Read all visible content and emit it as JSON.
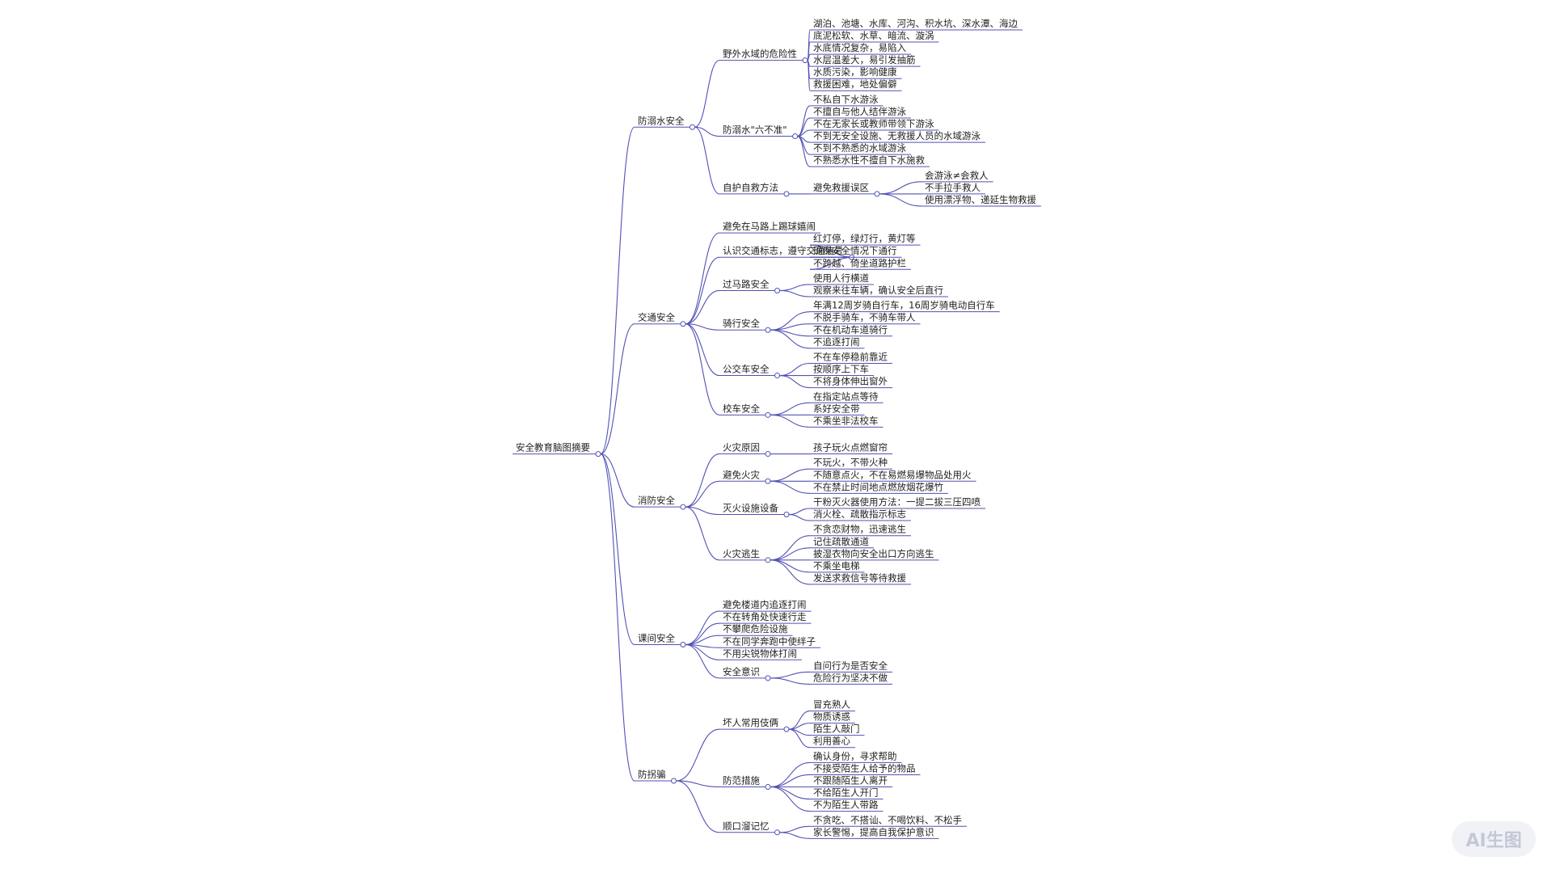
{
  "root": {
    "label": "安全教育脑图摘要",
    "children": [
      {
        "label": "防溺水安全",
        "children": [
          {
            "label": "野外水域的危险性",
            "children": [
              {
                "label": "湖泊、池塘、水库、河沟、积水坑、深水潭、海边"
              },
              {
                "label": "底泥松软、水草、暗流、漩涡"
              },
              {
                "label": "水底情况复杂，易陷入"
              },
              {
                "label": "水层温差大，易引发抽筋"
              },
              {
                "label": "水质污染，影响健康"
              },
              {
                "label": "救援困难，地处偏僻"
              }
            ]
          },
          {
            "label": "防溺水\"六不准\"",
            "children": [
              {
                "label": "不私自下水游泳"
              },
              {
                "label": "不擅自与他人结伴游泳"
              },
              {
                "label": "不在无家长或教师带领下游泳"
              },
              {
                "label": "不到无安全设施、无救援人员的水域游泳"
              },
              {
                "label": "不到不熟悉的水域游泳"
              },
              {
                "label": "不熟悉水性不擅自下水施救"
              }
            ]
          },
          {
            "label": "自护自救方法",
            "children": [
              {
                "label": "避免救援误区",
                "children": [
                  {
                    "label": "会游泳≠会救人"
                  },
                  {
                    "label": "不手拉手救人"
                  },
                  {
                    "label": "使用漂浮物、递延生物救援"
                  }
                ]
              }
            ]
          }
        ]
      },
      {
        "label": "交通安全",
        "children": [
          {
            "label": "避免在马路上踢球嬉闹"
          },
          {
            "label": "认识交通标志，遵守交通信号",
            "children": [
              {
                "label": "红灯停，绿灯行，黄灯等"
              },
              {
                "label": "确保安全情况下通行"
              },
              {
                "label": "不跨越、倚坐道路护栏"
              }
            ]
          },
          {
            "label": "过马路安全",
            "children": [
              {
                "label": "使用人行横道"
              },
              {
                "label": "观察来往车辆，确认安全后直行"
              }
            ]
          },
          {
            "label": "骑行安全",
            "children": [
              {
                "label": "年满12周岁骑自行车，16周岁骑电动自行车"
              },
              {
                "label": "不脱手骑车，不骑车带人"
              },
              {
                "label": "不在机动车道骑行"
              },
              {
                "label": "不追逐打闹"
              }
            ]
          },
          {
            "label": "公交车安全",
            "children": [
              {
                "label": "不在车停稳前靠近"
              },
              {
                "label": "按顺序上下车"
              },
              {
                "label": "不将身体伸出窗外"
              }
            ]
          },
          {
            "label": "校车安全",
            "children": [
              {
                "label": "在指定站点等待"
              },
              {
                "label": "系好安全带"
              },
              {
                "label": "不乘坐非法校车"
              }
            ]
          }
        ]
      },
      {
        "label": "消防安全",
        "children": [
          {
            "label": "火灾原因",
            "children": [
              {
                "label": "孩子玩火点燃窗帘"
              }
            ]
          },
          {
            "label": "避免火灾",
            "children": [
              {
                "label": "不玩火，不带火种"
              },
              {
                "label": "不随意点火，不在易燃易爆物品处用火"
              },
              {
                "label": "不在禁止时间地点燃放烟花爆竹"
              }
            ]
          },
          {
            "label": "灭火设施设备",
            "children": [
              {
                "label": "干粉灭火器使用方法：一提二拔三压四喷"
              },
              {
                "label": "消火栓、疏散指示标志"
              }
            ]
          },
          {
            "label": "火灾逃生",
            "children": [
              {
                "label": "不贪恋财物，迅速逃生"
              },
              {
                "label": "记住疏散通道"
              },
              {
                "label": "披湿衣物向安全出口方向逃生"
              },
              {
                "label": "不乘坐电梯"
              },
              {
                "label": "发送求救信号等待救援"
              }
            ]
          }
        ]
      },
      {
        "label": "课间安全",
        "children": [
          {
            "label": "避免楼道内追逐打闹"
          },
          {
            "label": "不在转角处快速行走"
          },
          {
            "label": "不攀爬危险设施"
          },
          {
            "label": "不在同学奔跑中使绊子"
          },
          {
            "label": "不用尖锐物体打闹"
          },
          {
            "label": "安全意识",
            "children": [
              {
                "label": "自问行为是否安全"
              },
              {
                "label": "危险行为坚决不做"
              }
            ]
          }
        ]
      },
      {
        "label": "防拐骗",
        "children": [
          {
            "label": "坏人常用伎俩",
            "children": [
              {
                "label": "冒充熟人"
              },
              {
                "label": "物质诱惑"
              },
              {
                "label": "陌生人敲门"
              },
              {
                "label": "利用善心"
              }
            ]
          },
          {
            "label": "防范措施",
            "children": [
              {
                "label": "确认身份，寻求帮助"
              },
              {
                "label": "不接受陌生人给予的物品"
              },
              {
                "label": "不跟随陌生人离开"
              },
              {
                "label": "不给陌生人开门"
              },
              {
                "label": "不为陌生人带路"
              }
            ]
          },
          {
            "label": "顺口溜记忆",
            "children": [
              {
                "label": "不贪吃、不搭讪、不喝饮料、不松手"
              },
              {
                "label": "家长警惕，提高自我保护意识"
              }
            ]
          }
        ]
      }
    ]
  },
  "watermark": {
    "text": "AI生图"
  },
  "colors": {
    "edge": "#5151b5",
    "text": "#222222",
    "watermark": "#c3c8d5"
  }
}
